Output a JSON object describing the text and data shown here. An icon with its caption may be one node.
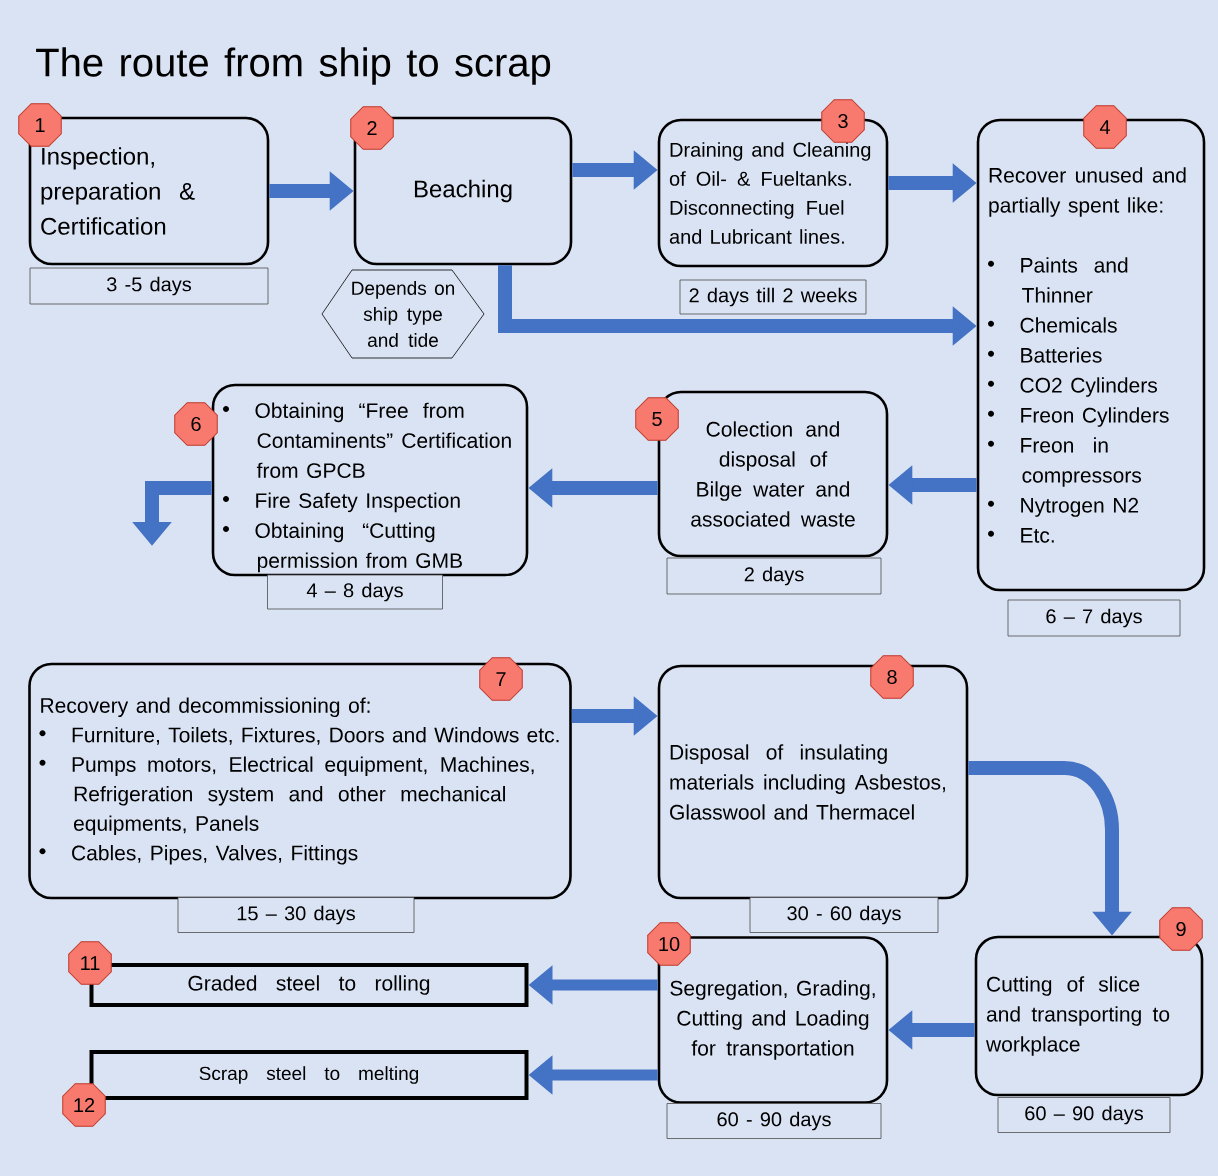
{
  "diagram": {
    "title": "The route from ship to scrap",
    "nodes": [
      {
        "text": [
          "1",
          "Inspection, preparation & Certification"
        ],
        "beside": [
          "3 -5 days"
        ]
      },
      {
        "text": [
          "2",
          "Beaching"
        ]
      },
      {
        "text": [
          "Depends on ship type and tide"
        ]
      },
      {
        "text": [
          "3",
          "Draining and Cleaning of Oil- & Fueltanks. Disconnecting Fuel and Lubricant lines."
        ],
        "beside": [
          "2 days till 2 weeks"
        ]
      },
      {
        "text": [
          "4",
          "Recover unused and partially spent like:",
          "Paints and Thinner",
          "Chemicals",
          "Batteries",
          "CO2 Cylinders",
          "Freon Cylinders",
          "Freon in compressors",
          "Nytrogen N2",
          "Etc."
        ],
        "beside": [
          "6 – 7 days"
        ]
      },
      {
        "text": [
          "5",
          "Colection and disposal of Bilge water and associated waste"
        ],
        "beside": [
          "2 days"
        ]
      },
      {
        "text": [
          "6",
          "Obtaining “Free from Contaminents” Certification from GPCB",
          "Fire Safety Inspection",
          "Obtaining “Cutting permission from GMB"
        ],
        "beside": [
          "4 – 8 days"
        ]
      },
      {
        "text": [
          "7",
          "Recovery and decommissioning of:",
          "Furniture, Toilets, Fixtures, Doors and Windows etc.",
          "Pumps motors, Electrical equipment, Machines, Refrigeration system and other mechanical equipments, Panels",
          "Cables, Pipes, Valves, Fittings"
        ],
        "beside": [
          "15 – 30  days"
        ]
      },
      {
        "text": [
          "8",
          "Disposal of insulating materials including Asbestos, Glasswool and Thermacel"
        ],
        "beside": [
          "30 - 60 days"
        ]
      },
      {
        "text": [
          "9",
          "Cutting of slice and transporting to workplace"
        ],
        "beside": [
          "60 – 90 days"
        ]
      },
      {
        "text": [
          "10",
          "Segregation, Grading, Cutting and Loading for transportation"
        ],
        "beside": [
          "60 - 90 days"
        ]
      },
      {
        "text": [
          "11",
          "Graded steel to rolling"
        ]
      },
      {
        "text": [
          "12",
          "Scrap steel to melting"
        ]
      }
    ],
    "edges": [
      {
        "from": 0,
        "to": 1,
        "arrow": "to"
      },
      {
        "from": 1,
        "to": 3,
        "arrow": "to"
      },
      {
        "from": 3,
        "to": 4,
        "arrow": "to"
      },
      {
        "from": 1,
        "to": 4,
        "arrow": "to"
      },
      {
        "from": 4,
        "to": 5,
        "arrow": "to"
      },
      {
        "from": 5,
        "to": 6,
        "arrow": "to"
      },
      {
        "from": 6,
        "to": null,
        "arrow": "to"
      },
      {
        "from": 7,
        "to": 8,
        "arrow": "to"
      },
      {
        "from": 8,
        "to": 9,
        "arrow": "to"
      },
      {
        "from": 9,
        "to": 10,
        "arrow": "to"
      },
      {
        "from": 10,
        "to": 11,
        "arrow": "to"
      },
      {
        "from": 10,
        "to": 12,
        "arrow": "to"
      }
    ]
  }
}
